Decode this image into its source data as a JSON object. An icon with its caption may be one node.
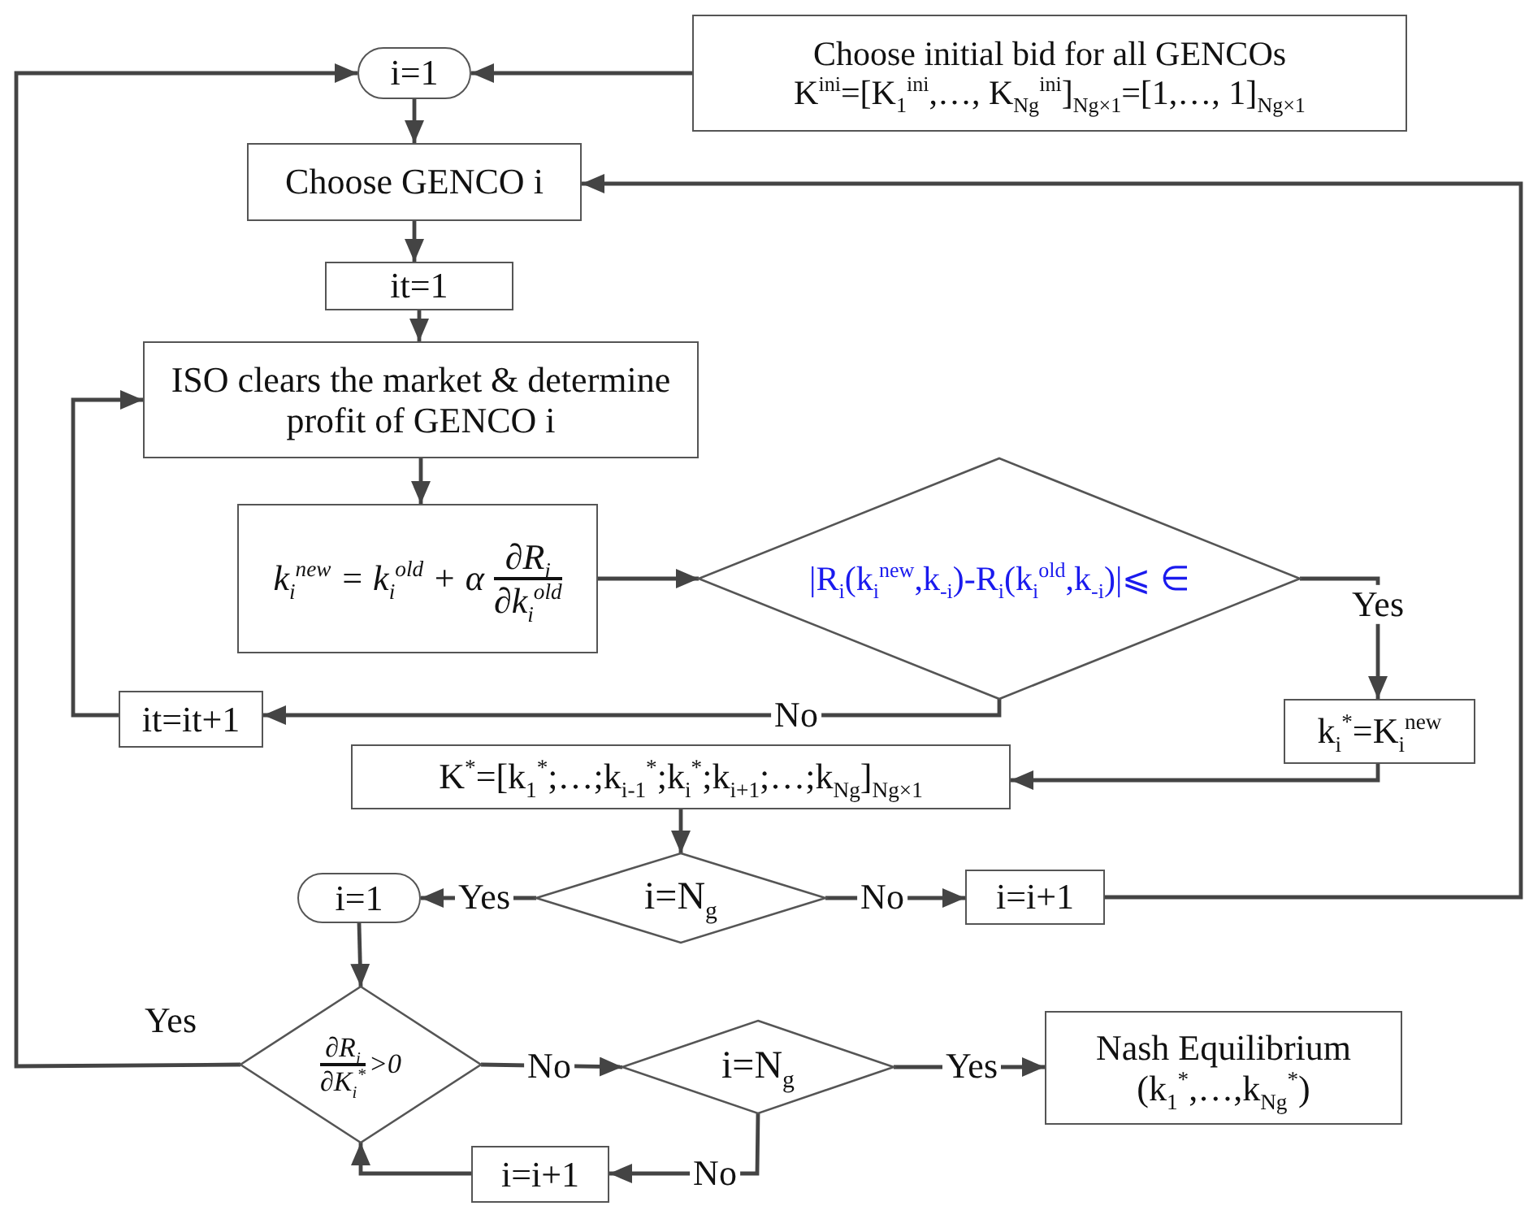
{
  "diagram": {
    "nodes": [
      {
        "text": [
          "i=1"
        ]
      },
      {
        "text": [
          "Choose initial bid for all GENCOs",
          "K$^{ini}$=[K$_{1}$$^{ini}$,…, K$_{Ng}$$^{ini}$]$_{Ng×1}$=[1,…, 1]$_{Ng×1}$"
        ]
      },
      {
        "text": [
          "Choose GENCO i"
        ]
      },
      {
        "text": [
          "it=1"
        ]
      },
      {
        "text": [
          "ISO clears the market & determine profit of GENCO i"
        ]
      },
      {
        "text": [
          "k$_{i}$$^{new}$ = k$_{i}$$^{old}$ + α",
          "∂R$_{i}$",
          "∂k$_{i}$$^{old}$"
        ]
      },
      {
        "text": [
          "|R$_{i}$(k$_{i}$$^{new}$,k$_{-i}$)-R$_{i}$(k$_{i}$$^{old}$,k$_{-i}$)|⩽ ∈"
        ]
      },
      {
        "text": [
          "it=it+1"
        ]
      },
      {
        "text": [
          "k$_{i}$$^{*}$=K$_{i}$$^{new}$"
        ]
      },
      {
        "text": [
          "K$^{*}$=[k$_{1}$$^{*}$;…;k$_{i-1}$$^{*}$;k$_{i}$$^{*}$;k$_{i+1}$;…;k$_{Ng}$]$_{Ng×1}$"
        ]
      },
      {
        "text": [
          "i=1"
        ]
      },
      {
        "text": [
          "i=N$_{g}$"
        ]
      },
      {
        "text": [
          "i=i+1"
        ]
      },
      {
        "text": [
          "∂R$_{i}$",
          "∂K$_{i}$$^{*}$",
          ">0"
        ]
      },
      {
        "text": [
          "i=N$_{g}$"
        ]
      },
      {
        "text": [
          "Nash Equilibrium (k$_{1}$$^{*}$,…,k$_{Ng}$$^{*}$)"
        ]
      },
      {
        "text": [
          "i=i+1"
        ]
      }
    ],
    "edges": [
      {
        "from": 1,
        "to": 0,
        "arrow": "to"
      },
      {
        "from": 0,
        "to": 2,
        "arrow": "to"
      },
      {
        "from": 2,
        "to": 3,
        "arrow": "to"
      },
      {
        "from": 3,
        "to": 4,
        "arrow": "to"
      },
      {
        "from": 4,
        "to": 5,
        "arrow": "to"
      },
      {
        "from": 5,
        "to": 6,
        "arrow": "to"
      },
      {
        "from": 6,
        "to": 8,
        "label": "Yes",
        "arrow": "to"
      },
      {
        "from": 6,
        "to": 7,
        "label": "No",
        "arrow": "to"
      },
      {
        "from": 7,
        "to": 4,
        "arrow": "to"
      },
      {
        "from": 8,
        "to": 9,
        "arrow": "to"
      },
      {
        "from": 9,
        "to": 11,
        "arrow": "to"
      },
      {
        "from": 11,
        "to": 10,
        "label": "Yes",
        "arrow": "to"
      },
      {
        "from": 11,
        "to": 12,
        "label": "No",
        "arrow": "to"
      },
      {
        "from": 12,
        "to": 2,
        "arrow": "to"
      },
      {
        "from": 10,
        "to": 13,
        "arrow": "to"
      },
      {
        "from": 13,
        "to": 0,
        "label": "Yes",
        "arrow": "to"
      },
      {
        "from": 13,
        "to": 14,
        "label": "No",
        "arrow": "to"
      },
      {
        "from": 14,
        "to": 15,
        "label": "Yes",
        "arrow": "to"
      },
      {
        "from": 14,
        "to": 16,
        "label": "No",
        "arrow": "to"
      },
      {
        "from": 16,
        "to": 13,
        "arrow": "to"
      }
    ]
  }
}
